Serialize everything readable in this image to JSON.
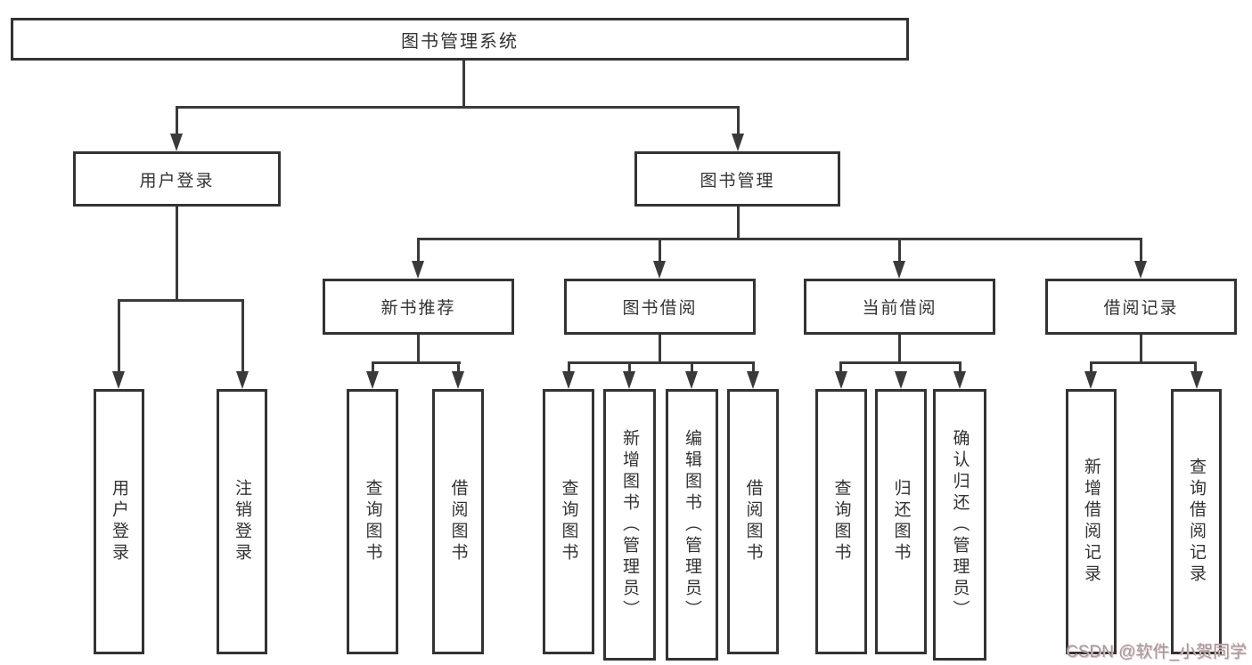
{
  "diagram": {
    "root": {
      "label": "图书管理系统"
    },
    "level2": [
      {
        "label": "用户登录"
      },
      {
        "label": "图书管理"
      }
    ],
    "level3": [
      {
        "label": "新书推荐",
        "parent": "图书管理"
      },
      {
        "label": "图书借阅",
        "parent": "图书管理"
      },
      {
        "label": "当前借阅",
        "parent": "图书管理"
      },
      {
        "label": "借阅记录",
        "parent": "图书管理"
      }
    ],
    "leaves": [
      {
        "label": "用户登录",
        "parent": "用户登录"
      },
      {
        "label": "注销登录",
        "parent": "用户登录"
      },
      {
        "label": "查询图书",
        "parent": "新书推荐"
      },
      {
        "label": "借阅图书",
        "parent": "新书推荐"
      },
      {
        "label": "查询图书",
        "parent": "图书借阅"
      },
      {
        "label": "新增图书（管理员）",
        "parent": "图书借阅"
      },
      {
        "label": "编辑图书（管理员）",
        "parent": "图书借阅"
      },
      {
        "label": "借阅图书",
        "parent": "图书借阅"
      },
      {
        "label": "查询图书",
        "parent": "当前借阅"
      },
      {
        "label": "归还图书",
        "parent": "当前借阅"
      },
      {
        "label": "确认归还（管理员）",
        "parent": "当前借阅"
      },
      {
        "label": "新增借阅记录",
        "parent": "借阅记录"
      },
      {
        "label": "查询借阅记录",
        "parent": "借阅记录"
      }
    ]
  },
  "watermark": {
    "text": "CSDN @软件_小贺同学"
  },
  "colors": {
    "line": "#3a3a3a",
    "box_border": "#333333",
    "text": "#333333",
    "background": "#ffffff",
    "watermark": "#9e9e9e"
  }
}
